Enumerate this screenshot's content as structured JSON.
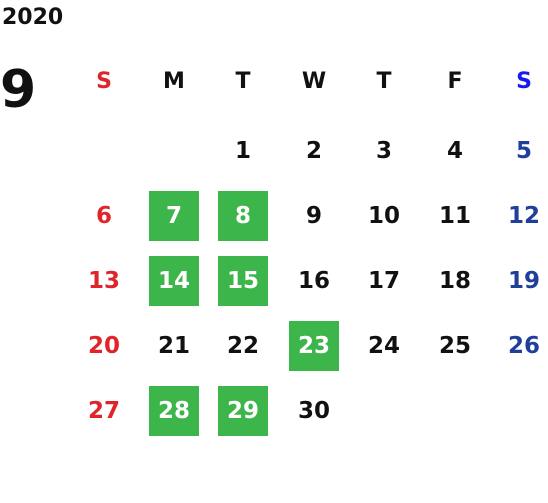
{
  "year": "2020",
  "month": "9",
  "colors": {
    "sunday": "#e0252a",
    "saturday": "#1f3f9a",
    "saturday_header": "#1a1aee",
    "weekday": "#111111",
    "highlight": "#3cb54a"
  },
  "weekdays": [
    "S",
    "M",
    "T",
    "W",
    "T",
    "F",
    "S"
  ],
  "weeks": [
    [
      {
        "label": "",
        "hl": false
      },
      {
        "label": "",
        "hl": false
      },
      {
        "label": "1",
        "hl": false
      },
      {
        "label": "2",
        "hl": false
      },
      {
        "label": "3",
        "hl": false
      },
      {
        "label": "4",
        "hl": false
      },
      {
        "label": "5",
        "hl": false
      }
    ],
    [
      {
        "label": "6",
        "hl": false
      },
      {
        "label": "7",
        "hl": true
      },
      {
        "label": "8",
        "hl": true
      },
      {
        "label": "9",
        "hl": false
      },
      {
        "label": "10",
        "hl": false
      },
      {
        "label": "11",
        "hl": false
      },
      {
        "label": "12",
        "hl": false
      }
    ],
    [
      {
        "label": "13",
        "hl": false
      },
      {
        "label": "14",
        "hl": true
      },
      {
        "label": "15",
        "hl": true
      },
      {
        "label": "16",
        "hl": false
      },
      {
        "label": "17",
        "hl": false
      },
      {
        "label": "18",
        "hl": false
      },
      {
        "label": "19",
        "hl": false
      }
    ],
    [
      {
        "label": "20",
        "hl": false
      },
      {
        "label": "21",
        "hl": false
      },
      {
        "label": "22",
        "hl": false
      },
      {
        "label": "23",
        "hl": true
      },
      {
        "label": "24",
        "hl": false
      },
      {
        "label": "25",
        "hl": false
      },
      {
        "label": "26",
        "hl": false
      }
    ],
    [
      {
        "label": "27",
        "hl": false
      },
      {
        "label": "28",
        "hl": true
      },
      {
        "label": "29",
        "hl": true
      },
      {
        "label": "30",
        "hl": false
      },
      {
        "label": "",
        "hl": false
      },
      {
        "label": "",
        "hl": false
      },
      {
        "label": "",
        "hl": false
      }
    ]
  ]
}
